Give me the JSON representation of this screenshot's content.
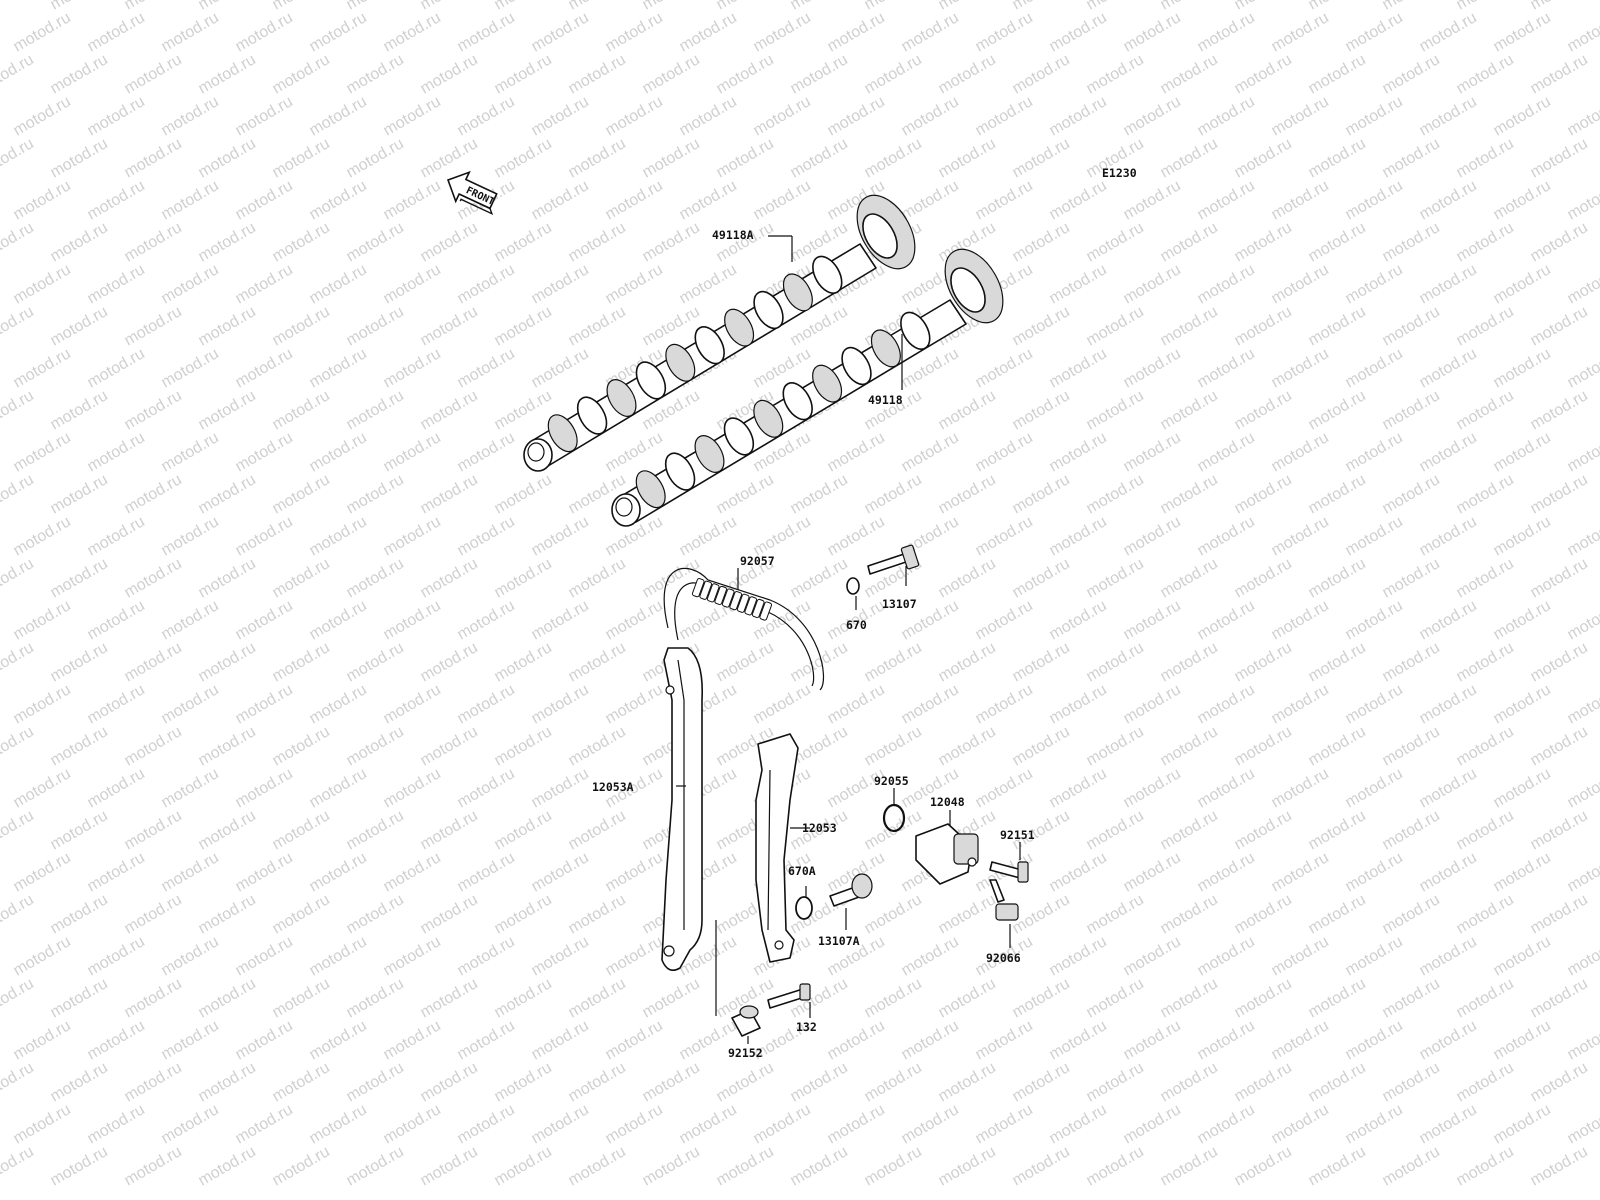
{
  "diagram": {
    "code": "E1230",
    "front_label": "FRONT",
    "watermark": "motod.ru",
    "parts": [
      {
        "id": "p-49118A",
        "label": "49118A"
      },
      {
        "id": "p-49118",
        "label": "49118"
      },
      {
        "id": "p-92057",
        "label": "92057"
      },
      {
        "id": "p-13107",
        "label": "13107"
      },
      {
        "id": "p-670",
        "label": "670"
      },
      {
        "id": "p-12053A",
        "label": "12053A"
      },
      {
        "id": "p-12053",
        "label": "12053"
      },
      {
        "id": "p-92055",
        "label": "92055"
      },
      {
        "id": "p-12048",
        "label": "12048"
      },
      {
        "id": "p-92151",
        "label": "92151"
      },
      {
        "id": "p-670A",
        "label": "670A"
      },
      {
        "id": "p-13107A",
        "label": "13107A"
      },
      {
        "id": "p-92066",
        "label": "92066"
      },
      {
        "id": "p-132",
        "label": "132"
      },
      {
        "id": "p-92152",
        "label": "92152"
      }
    ]
  }
}
